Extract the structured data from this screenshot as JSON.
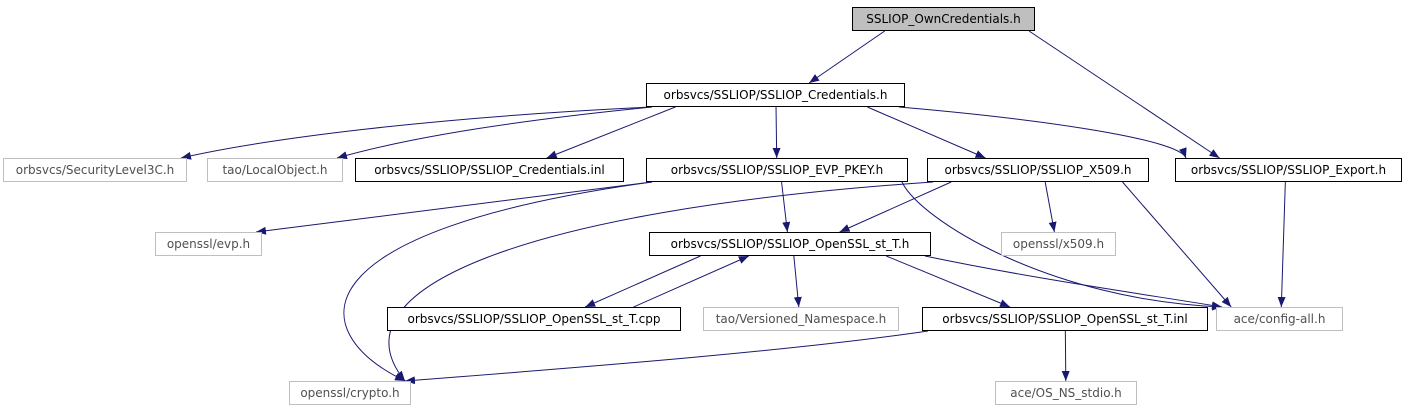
{
  "graph": {
    "edge_color": "#191970",
    "nodes": {
      "own_credentials_h": {
        "label": "SSLIOP_OwnCredentials.h",
        "style": "root"
      },
      "credentials_h": {
        "label": "orbsvcs/SSLIOP/SSLIOP_Credentials.h",
        "style": "documented"
      },
      "securitylevel3c_h": {
        "label": "orbsvcs/SecurityLevel3C.h",
        "style": "external"
      },
      "localobject_h": {
        "label": "tao/LocalObject.h",
        "style": "external"
      },
      "credentials_inl": {
        "label": "orbsvcs/SSLIOP/SSLIOP_Credentials.inl",
        "style": "documented"
      },
      "evp_pkey_h": {
        "label": "orbsvcs/SSLIOP/SSLIOP_EVP_PKEY.h",
        "style": "documented"
      },
      "x509_h": {
        "label": "orbsvcs/SSLIOP/SSLIOP_X509.h",
        "style": "documented"
      },
      "export_h": {
        "label": "orbsvcs/SSLIOP/SSLIOP_Export.h",
        "style": "documented"
      },
      "openssl_evp_h": {
        "label": "openssl/evp.h",
        "style": "external"
      },
      "openssl_st_t_h": {
        "label": "orbsvcs/SSLIOP/SSLIOP_OpenSSL_st_T.h",
        "style": "documented"
      },
      "openssl_x509_h": {
        "label": "openssl/x509.h",
        "style": "external"
      },
      "openssl_st_t_cpp": {
        "label": "orbsvcs/SSLIOP/SSLIOP_OpenSSL_st_T.cpp",
        "style": "documented"
      },
      "versioned_namespace_h": {
        "label": "tao/Versioned_Namespace.h",
        "style": "external"
      },
      "openssl_st_t_inl": {
        "label": "orbsvcs/SSLIOP/SSLIOP_OpenSSL_st_T.inl",
        "style": "documented"
      },
      "config_all_h": {
        "label": "ace/config-all.h",
        "style": "external"
      },
      "openssl_crypto_h": {
        "label": "openssl/crypto.h",
        "style": "external"
      },
      "os_ns_stdio_h": {
        "label": "ace/OS_NS_stdio.h",
        "style": "external"
      }
    },
    "edges": [
      {
        "from": "own_credentials_h",
        "to": "credentials_h"
      },
      {
        "from": "own_credentials_h",
        "to": "export_h"
      },
      {
        "from": "credentials_h",
        "to": "securitylevel3c_h"
      },
      {
        "from": "credentials_h",
        "to": "localobject_h"
      },
      {
        "from": "credentials_h",
        "to": "credentials_inl"
      },
      {
        "from": "credentials_h",
        "to": "evp_pkey_h"
      },
      {
        "from": "credentials_h",
        "to": "x509_h"
      },
      {
        "from": "credentials_h",
        "to": "export_h"
      },
      {
        "from": "evp_pkey_h",
        "to": "openssl_evp_h"
      },
      {
        "from": "evp_pkey_h",
        "to": "openssl_st_t_h"
      },
      {
        "from": "evp_pkey_h",
        "to": "openssl_crypto_h"
      },
      {
        "from": "evp_pkey_h",
        "to": "config_all_h"
      },
      {
        "from": "x509_h",
        "to": "openssl_crypto_h"
      },
      {
        "from": "x509_h",
        "to": "openssl_st_t_h"
      },
      {
        "from": "x509_h",
        "to": "openssl_x509_h"
      },
      {
        "from": "x509_h",
        "to": "config_all_h"
      },
      {
        "from": "export_h",
        "to": "config_all_h"
      },
      {
        "from": "openssl_st_t_h",
        "to": "openssl_st_t_cpp"
      },
      {
        "from": "openssl_st_t_cpp",
        "to": "openssl_st_t_h"
      },
      {
        "from": "openssl_st_t_h",
        "to": "versioned_namespace_h"
      },
      {
        "from": "openssl_st_t_h",
        "to": "openssl_st_t_inl"
      },
      {
        "from": "openssl_st_t_h",
        "to": "config_all_h"
      },
      {
        "from": "openssl_st_t_inl",
        "to": "openssl_crypto_h"
      },
      {
        "from": "openssl_st_t_inl",
        "to": "os_ns_stdio_h"
      }
    ]
  }
}
